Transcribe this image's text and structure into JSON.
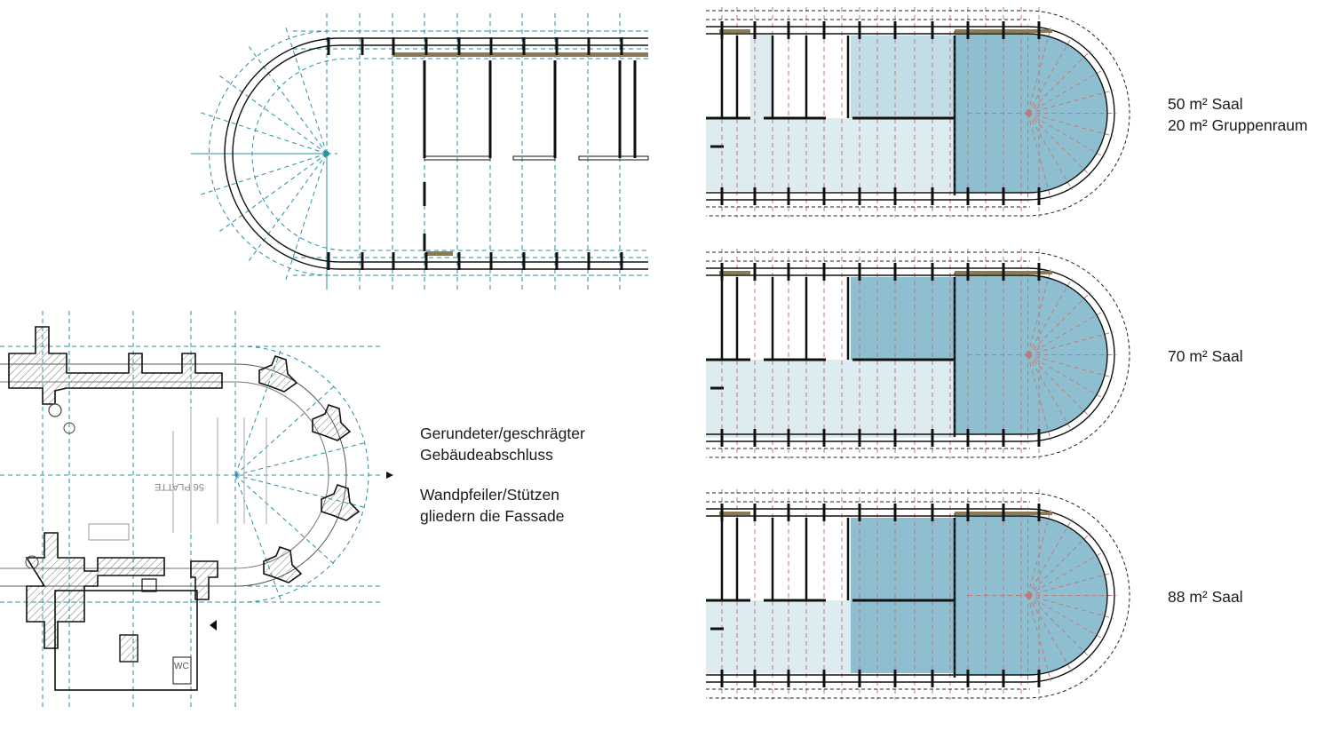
{
  "annotations": {
    "rounded_line1": "Gerundeter/geschrägter",
    "rounded_line2": "Gebäudeabschluss",
    "pillars_line1": "Wandpfeiler/Stützen",
    "pillars_line2": "gliedern die Fassade"
  },
  "variants": [
    {
      "line1": "50 m² Saal",
      "line2": "20 m² Gruppenraum"
    },
    {
      "line1": "70 m² Saal",
      "line2": ""
    },
    {
      "line1": "88 m² Saal",
      "line2": ""
    }
  ],
  "sketch_labels": {
    "platte": "56 PLATTE",
    "wc": "WC"
  },
  "colors": {
    "line": "#111111",
    "grid": "#2a8fa0",
    "grid_red": "#c07a7a",
    "wall_fill": "#8c7a52",
    "room_dark": "#8ebfd1",
    "room_mid": "#c2dde5",
    "room_light": "#ddecf0",
    "hatch": "#666666"
  }
}
